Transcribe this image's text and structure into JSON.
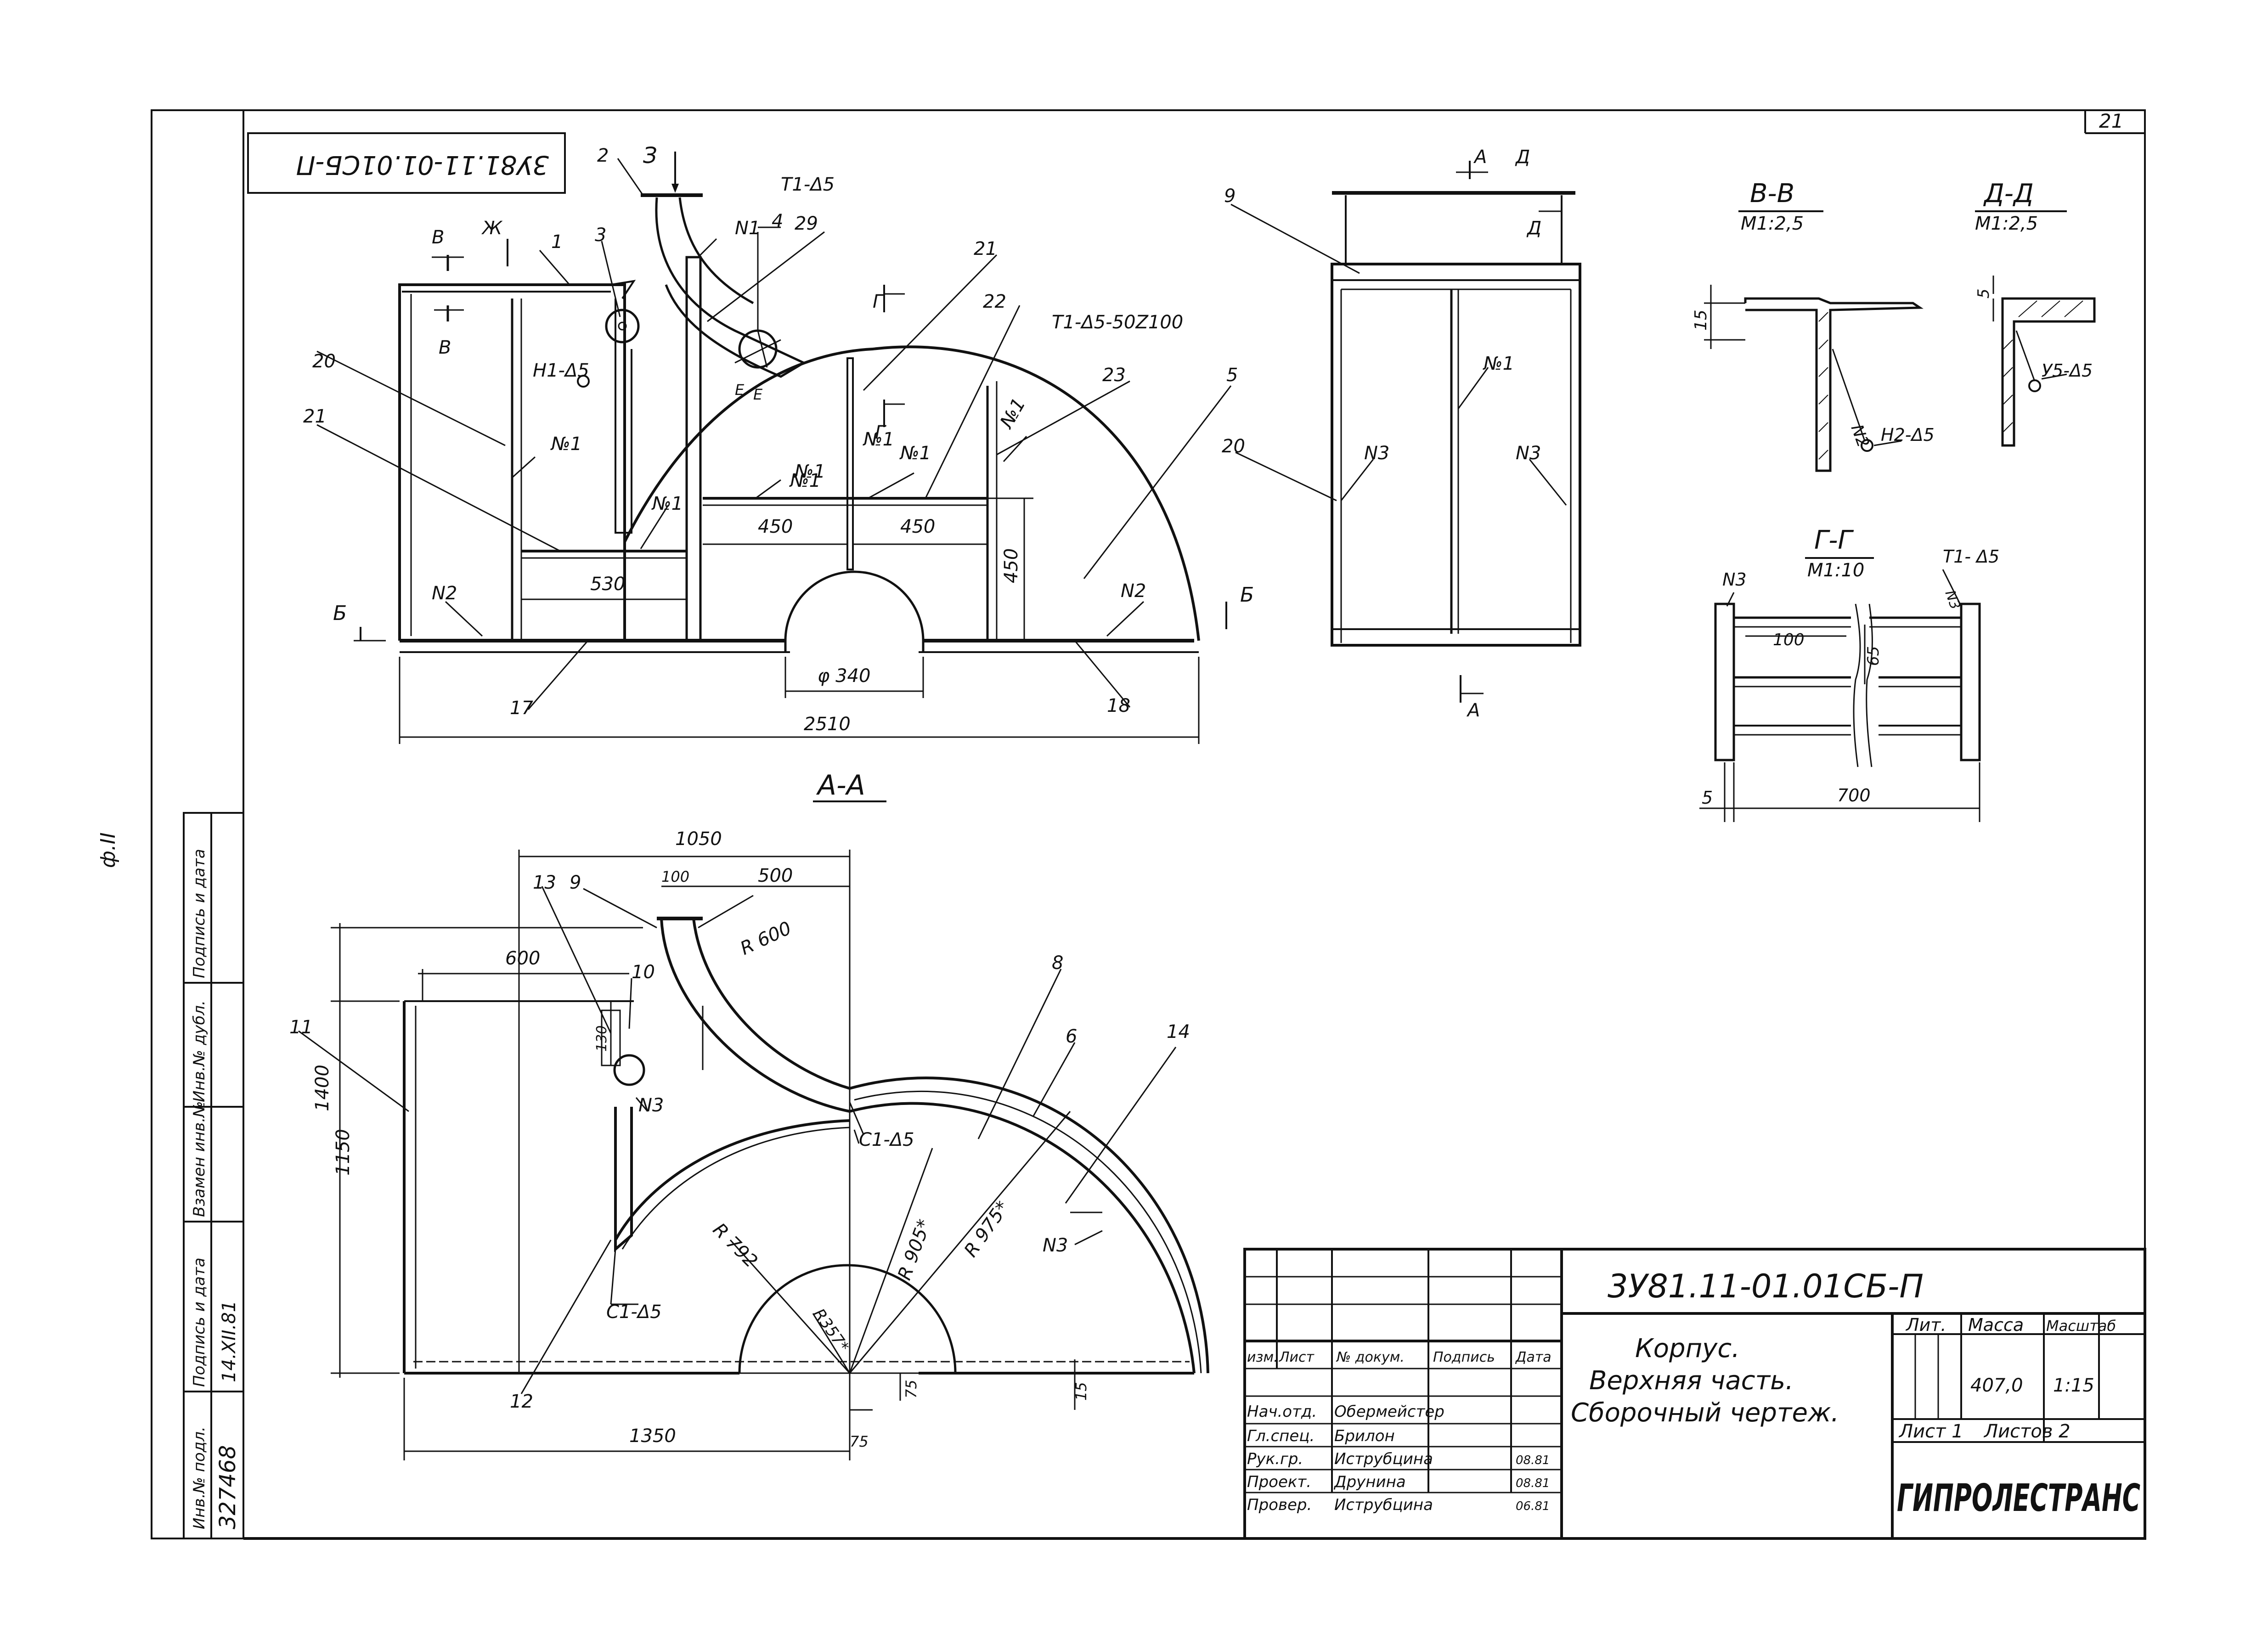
{
  "sheet": {
    "sheet_number": "21",
    "format_label": "ф.II",
    "designation_rotated": "3У81.11-01.01СБ-П"
  },
  "views": {
    "top_assembly": {
      "parts": [
        "1",
        "2",
        "3",
        "4",
        "5",
        "17",
        "18",
        "20",
        "21",
        "21",
        "22",
        "23",
        "29"
      ],
      "welds": [
        "Т1-Δ5",
        "Н1-Δ5",
        "Т1-Δ5-50Z100",
        "№1",
        "№1",
        "№1",
        "№1",
        "№1",
        "№1",
        "№1",
        "N1",
        "N2",
        "N2"
      ],
      "section_marks": [
        "В",
        "Ж",
        "З",
        "Г",
        "Г",
        "Б",
        "Б",
        "В",
        "Е",
        "Е"
      ],
      "dims": [
        "450",
        "450",
        "450",
        "530",
        "φ 340",
        "2510"
      ],
      "section_title": "А-А"
    },
    "side_view": {
      "parts": [
        "9",
        "20"
      ],
      "welds": [
        "№1",
        "N3",
        "N3"
      ],
      "section_marks": [
        "А",
        "Д",
        "Д",
        "А"
      ]
    },
    "section_bb": {
      "title": "В-В",
      "scale": "М1:2,5",
      "dim": "15",
      "weld": "Н2-Δ5",
      "mark": "N2"
    },
    "section_dd": {
      "title": "Д-Д",
      "scale": "М1:2,5",
      "dim": "5",
      "weld": "У5-Δ5"
    },
    "section_gg": {
      "title": "Г-Г",
      "scale": "М1:10",
      "dims": [
        "100",
        "65",
        "5",
        "700"
      ],
      "welds": [
        "N3",
        "Т1- Δ5",
        "N3"
      ]
    },
    "plan_view": {
      "parts": [
        "6",
        "8",
        "9",
        "10",
        "11",
        "12",
        "13",
        "14"
      ],
      "dims": [
        "1050",
        "100",
        "500",
        "600",
        "130",
        "1400",
        "1150",
        "1350",
        "75",
        "75",
        "15"
      ],
      "radii": [
        "R 600",
        "R 905*",
        "R 975*",
        "R 792",
        "R357*"
      ],
      "welds": [
        "N3",
        "N3",
        "С1-Δ5",
        "С1-Δ5"
      ]
    }
  },
  "stamp": {
    "left_column": {
      "headers": [
        "Инв.№ подл.",
        "Подпись и дата",
        "Взамен инв.№",
        "Инв.№ дубл.",
        "Подпись и дата"
      ],
      "inventory_number": "327468",
      "date_handwritten": "14.XII.81"
    },
    "designation": "3У81.11-01.01СБ-П",
    "title_lines": [
      "Корпус.",
      "Верхняя часть.",
      "Сборочный чертеж."
    ],
    "headers": {
      "izm": "изм.",
      "list": "Лист",
      "doc": "№ докум.",
      "sign": "Подпись",
      "date": "Дата"
    },
    "roles": [
      {
        "role": "Нач.отд.",
        "name": "Обермейстер",
        "date": ""
      },
      {
        "role": "Гл.спец.",
        "name": "Брилон",
        "date": ""
      },
      {
        "role": "Рук.гр.",
        "name": "Иструбцина",
        "date": "08.81"
      },
      {
        "role": "Проект.",
        "name": "Друнина",
        "date": "08.81"
      },
      {
        "role": "Провер.",
        "name": "Иструбцина",
        "date": "06.81"
      }
    ],
    "lit_label": "Лит.",
    "mass_label": "Масса",
    "scale_label": "Масштаб",
    "mass": "407,0",
    "scale": "1:15",
    "sheet_label": "Лист 1",
    "sheets_label": "Листов 2",
    "organization": "ГИПРОЛЕСТРАНС"
  }
}
